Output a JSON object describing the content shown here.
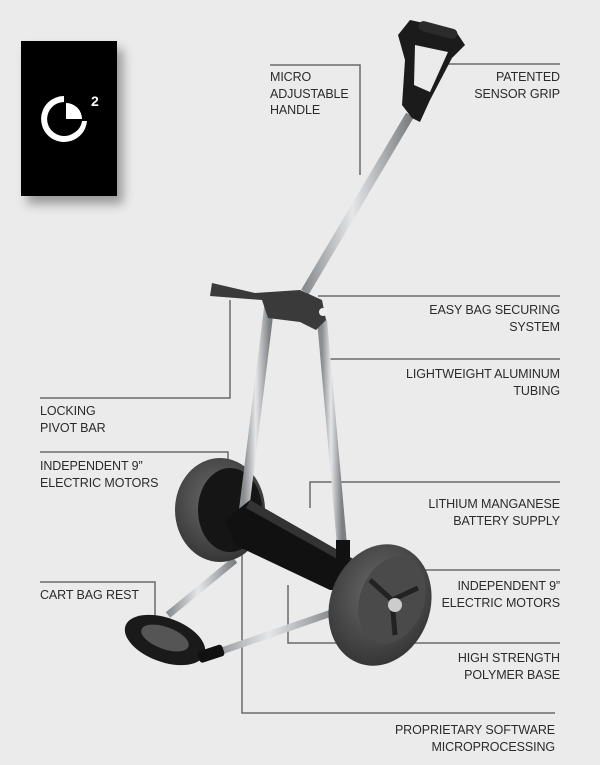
{
  "brand": {
    "logo_icon": "e-squared-logo",
    "logo_glyph": "e",
    "logo_superscript": "2"
  },
  "colors": {
    "background": "#ebebeb",
    "text": "#2b2b2b",
    "callout_line": "#6b6b6b",
    "logo_bg": "#000000"
  },
  "features": [
    {
      "id": "micro-adjustable-handle",
      "lines": [
        "MICRO",
        "ADJUSTABLE",
        "HANDLE"
      ]
    },
    {
      "id": "patented-sensor-grip",
      "lines": [
        "PATENTED",
        "SENSOR GRIP"
      ]
    },
    {
      "id": "easy-bag-securing-system",
      "lines": [
        "EASY BAG SECURING",
        "SYSTEM"
      ]
    },
    {
      "id": "lightweight-aluminum-tubing",
      "lines": [
        "LIGHTWEIGHT ALUMINUM",
        "TUBING"
      ]
    },
    {
      "id": "locking-pivot-bar",
      "lines": [
        "LOCKING",
        "PIVOT BAR"
      ]
    },
    {
      "id": "independent-electric-motors-left",
      "lines": [
        "INDEPENDENT 9”",
        "ELECTRIC MOTORS"
      ]
    },
    {
      "id": "lithium-manganese-battery-supply",
      "lines": [
        "LITHIUM MANGANESE",
        "BATTERY SUPPLY"
      ]
    },
    {
      "id": "independent-electric-motors-right",
      "lines": [
        "INDEPENDENT 9”",
        "ELECTRIC MOTORS"
      ]
    },
    {
      "id": "cart-bag-rest",
      "lines": [
        "CART BAG REST"
      ]
    },
    {
      "id": "high-strength-polymer-base",
      "lines": [
        "HIGH STRENGTH",
        "POLYMER BASE"
      ]
    },
    {
      "id": "proprietary-software-microprocessing",
      "lines": [
        "PROPRIETARY SOFTWARE",
        "MICROPROCESSING"
      ]
    }
  ]
}
